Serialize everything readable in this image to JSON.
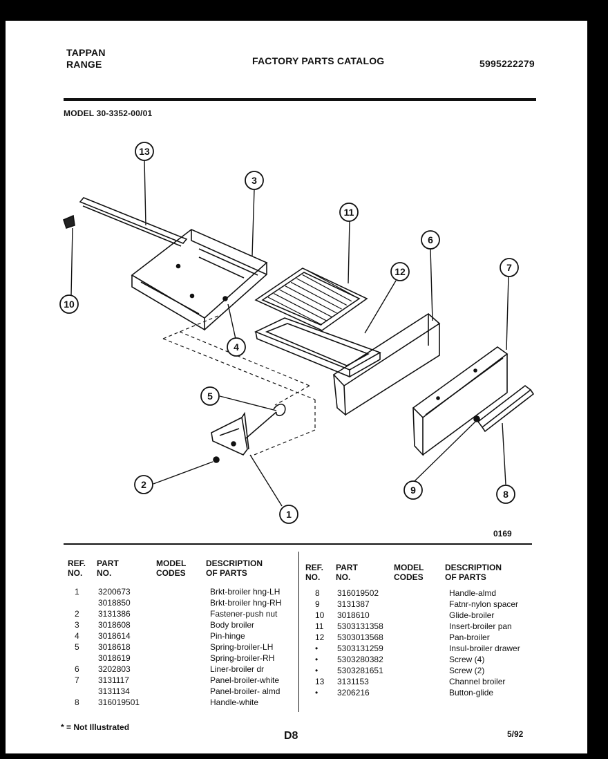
{
  "header": {
    "brand_line1": "TAPPAN",
    "brand_line2": "RANGE",
    "title": "FACTORY PARTS CATALOG",
    "catalog_number": "5995222279",
    "model": "MODEL 30-3352-00/01"
  },
  "diagram": {
    "callouts": [
      "13",
      "3",
      "11",
      "6",
      "12",
      "7",
      "10",
      "4",
      "5",
      "2",
      "1",
      "9",
      "8"
    ],
    "figure_code": "0169"
  },
  "table": {
    "headers": {
      "ref_no": [
        "REF.",
        "NO."
      ],
      "part_no": [
        "PART",
        "NO."
      ],
      "model_codes": [
        "MODEL",
        "CODES"
      ],
      "description": [
        "DESCRIPTION",
        "OF PARTS"
      ]
    },
    "left_rows": [
      {
        "ref": "1",
        "part": "3200673",
        "desc": "Brkt-broiler hng-LH"
      },
      {
        "ref": "",
        "part": "3018850",
        "desc": "Brkt-broiler hng-RH"
      },
      {
        "ref": "2",
        "part": "3131386",
        "desc": "Fastener-push nut"
      },
      {
        "ref": "3",
        "part": "3018608",
        "desc": "Body broiler"
      },
      {
        "ref": "4",
        "part": "3018614",
        "desc": "Pin-hinge"
      },
      {
        "ref": "5",
        "part": "3018618",
        "desc": "Spring-broiler-LH"
      },
      {
        "ref": "",
        "part": "3018619",
        "desc": "Spring-broiler-RH"
      },
      {
        "ref": "6",
        "part": "3202803",
        "desc": "Liner-broiler dr"
      },
      {
        "ref": "7",
        "part": "3131117",
        "desc": "Panel-broiler-white"
      },
      {
        "ref": "",
        "part": "3131134",
        "desc": "Panel-broiler- almd"
      },
      {
        "ref": "8",
        "part": "316019501",
        "desc": "Handle-white"
      }
    ],
    "right_rows": [
      {
        "ref": "8",
        "part": "316019502",
        "desc": "Handle-almd"
      },
      {
        "ref": "9",
        "part": "3131387",
        "desc": "Fatnr-nylon spacer"
      },
      {
        "ref": "10",
        "part": "3018610",
        "desc": "Glide-broiler"
      },
      {
        "ref": "11",
        "part": "5303131358",
        "desc": "Insert-broiler pan"
      },
      {
        "ref": "12",
        "part": "5303013568",
        "desc": "Pan-broiler"
      },
      {
        "ref": "•",
        "part": "5303131259",
        "desc": "Insul-broiler drawer"
      },
      {
        "ref": "•",
        "part": "5303280382",
        "desc": "Screw (4)"
      },
      {
        "ref": "•",
        "part": "5303281651",
        "desc": "Screw (2)"
      },
      {
        "ref": "13",
        "part": "3131153",
        "desc": "Channel broiler"
      },
      {
        "ref": "•",
        "part": "3206216",
        "desc": "Button-glide"
      }
    ]
  },
  "footer": {
    "note": "* = Not Illustrated",
    "page_code": "D8",
    "date": "5/92"
  }
}
